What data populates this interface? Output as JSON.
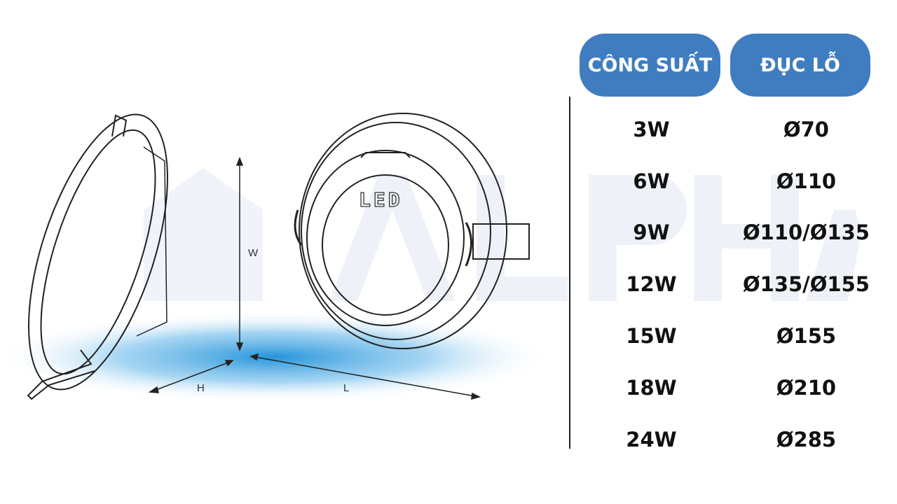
{
  "watermark": "ALPHA",
  "diagram": {
    "product_label": "LED",
    "dimensions": {
      "w": "W",
      "h": "H",
      "l": "L"
    },
    "glow_color": "#1a8fd8"
  },
  "table": {
    "header_color": "#3f7dc0",
    "headers": [
      "CÔNG SUẤT",
      "ĐỤC LỖ"
    ],
    "rows": [
      {
        "power": "3W",
        "cutout": "Ø70"
      },
      {
        "power": "6W",
        "cutout": "Ø110"
      },
      {
        "power": "9W",
        "cutout": "Ø110/Ø135"
      },
      {
        "power": "12W",
        "cutout": "Ø135/Ø155"
      },
      {
        "power": "15W",
        "cutout": "Ø155"
      },
      {
        "power": "18W",
        "cutout": "Ø210"
      },
      {
        "power": "24W",
        "cutout": "Ø285"
      }
    ]
  }
}
